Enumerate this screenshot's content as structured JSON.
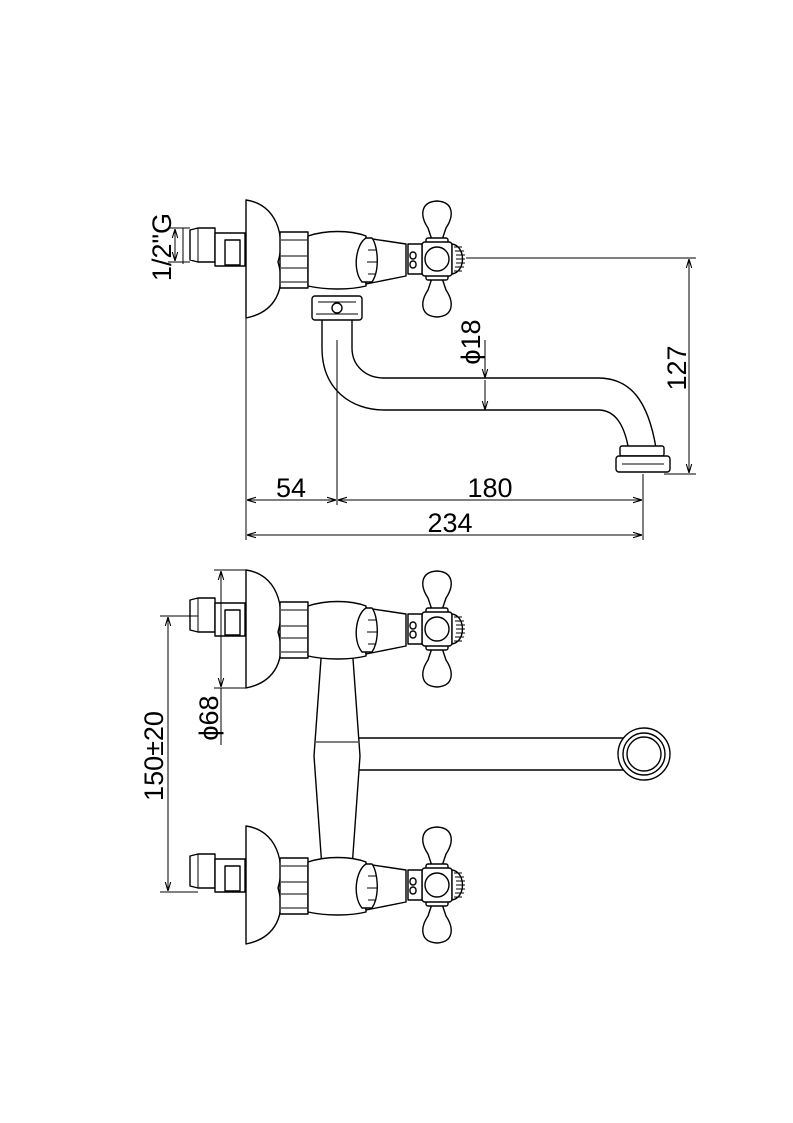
{
  "dimensions": {
    "thread": "1/2\"G",
    "spout_diameter": "ϕ18",
    "height": "127",
    "offset_wall": "54",
    "spout_reach": "180",
    "total_length": "234",
    "flange_diameter": "ϕ68",
    "center_distance": "150±20"
  },
  "views": [
    "side-view",
    "front-view"
  ]
}
